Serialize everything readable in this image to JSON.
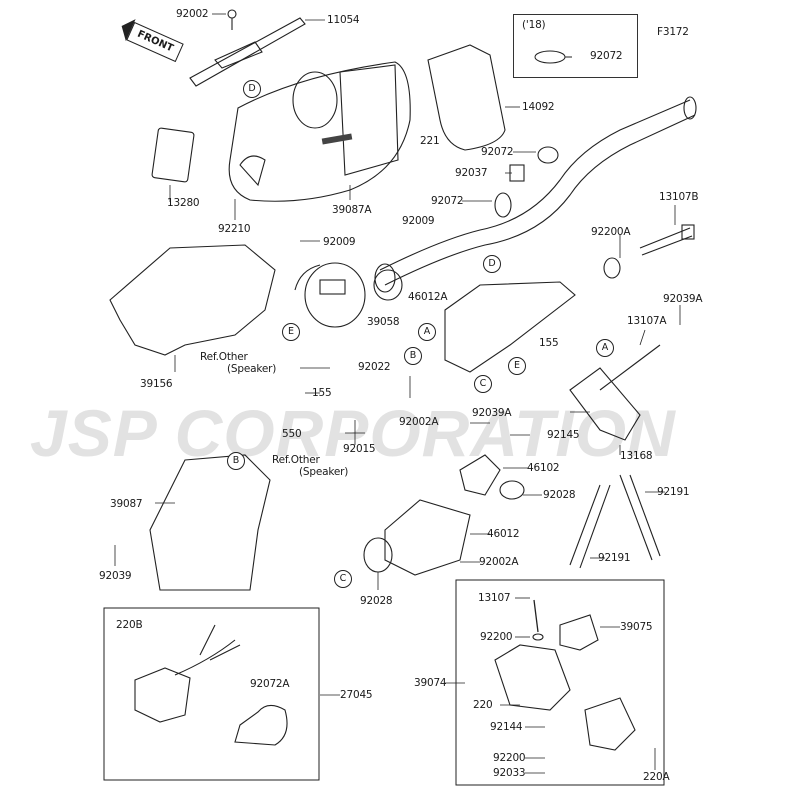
{
  "diagram": {
    "figure_id": "F3172",
    "watermark": "JSP CORPORATION",
    "front_label": "FRONT",
    "inset_box": {
      "title": "('18)",
      "part": "92072"
    },
    "callouts": {
      "A": "A",
      "B": "B",
      "C": "C",
      "D": "D",
      "E": "E"
    },
    "parts": {
      "p92002": "92002",
      "p11054": "11054",
      "p14092": "14092",
      "p221": "221",
      "p92072_a": "92072",
      "p92037": "92037",
      "p92072_b": "92072",
      "p13280": "13280",
      "p39087A": "39087A",
      "p92009_a": "92009",
      "p92210": "92210",
      "p92009_b": "92009",
      "p13107B": "13107B",
      "p92200A": "92200A",
      "p46012A": "46012A",
      "p39058": "39058",
      "p92039A_a": "92039A",
      "p13107A": "13107A",
      "p155_a": "155",
      "p155_b": "155",
      "p39156": "39156",
      "p92022": "92022",
      "ref_other_1": "Ref.Other",
      "ref_speaker_1": "(Speaker)",
      "p550": "550",
      "p92015": "92015",
      "p92002A_a": "92002A",
      "p92039A_b": "92039A",
      "p92145": "92145",
      "p13168": "13168",
      "ref_other_2": "Ref.Other",
      "ref_speaker_2": "(Speaker)",
      "p46102": "46102",
      "p92028_a": "92028",
      "p92191_a": "92191",
      "p39087": "39087",
      "p46012": "46012",
      "p92002A_b": "92002A",
      "p92039": "92039",
      "p92191_b": "92191",
      "p92028_b": "92028",
      "p220B": "220B",
      "p92072A": "92072A",
      "p27045": "27045",
      "p13107": "13107",
      "p92200_a": "92200",
      "p39075": "39075",
      "p39074": "39074",
      "p220": "220",
      "p92144": "92144",
      "p92200_b": "92200",
      "p92033": "92033",
      "p220A": "220A"
    }
  }
}
